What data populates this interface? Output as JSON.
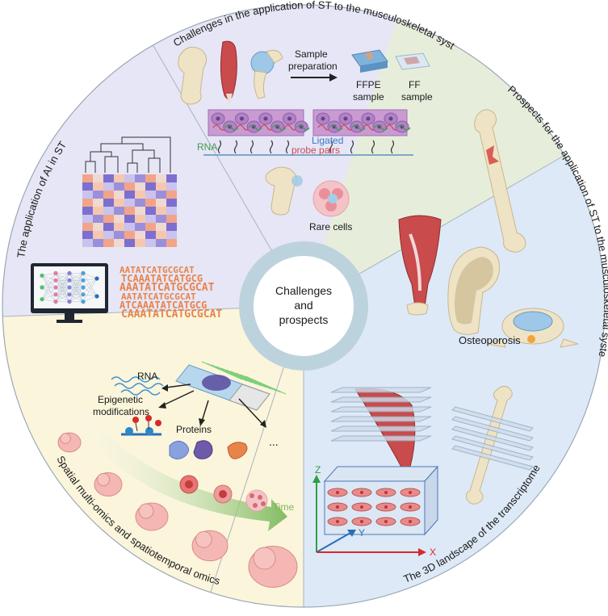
{
  "center": {
    "line1": "Challenges",
    "line2": "and",
    "line3": "prospects"
  },
  "sectors": {
    "top": {
      "title": "Challenges in the application of ST to the musculoskeletal system",
      "color": "#f8dcf0"
    },
    "right_top": {
      "title": "Prospects for the application of ST to the musculoskeletal system",
      "color": "#e6eedb"
    },
    "right_bottom": {
      "title": "The 3D landscape of the transcriptome",
      "color": "#dde9f7"
    },
    "left_bottom": {
      "title": "Spatial multi-omics and spatiotemporal omics",
      "color": "#fbf5dc"
    },
    "left_top": {
      "title": "The application of AI in ST",
      "color": "#e6e6f6"
    }
  },
  "top_labels": {
    "sample_prep_1": "Sample",
    "sample_prep_2": "preparation",
    "ffpe_1": "FFPE",
    "ffpe_2": "sample",
    "ff_1": "FF",
    "ff_2": "sample",
    "rna": "RNA",
    "ligated_1": "Ligated",
    "ligated_2": "probe pairs",
    "rare_cells": "Rare cells"
  },
  "right_labels": {
    "osteoporosis": "Osteoporosis"
  },
  "axis_labels": {
    "z": "Z",
    "y": "Y",
    "x": "X"
  },
  "omics_labels": {
    "rna": "RNA",
    "epigenetic_1": "Epigenetic",
    "epigenetic_2": "modifications",
    "proteins": "Proteins",
    "more": "...",
    "time": "Time"
  },
  "ai_sequences": [
    "AATATCATGCGCAT",
    "TCAAATATCATGCG",
    "AAATATCATGCGCAT",
    "AATATCATGCGCAT",
    "ATCAAATATCATGCG",
    "CAAATATCATGCGCAT"
  ],
  "colors": {
    "ring": "#b9d1dc",
    "accent_green": "#7cb85a",
    "axis_red": "#d62b2b",
    "axis_blue": "#2a6fb5",
    "axis_green": "#2f9e44"
  }
}
